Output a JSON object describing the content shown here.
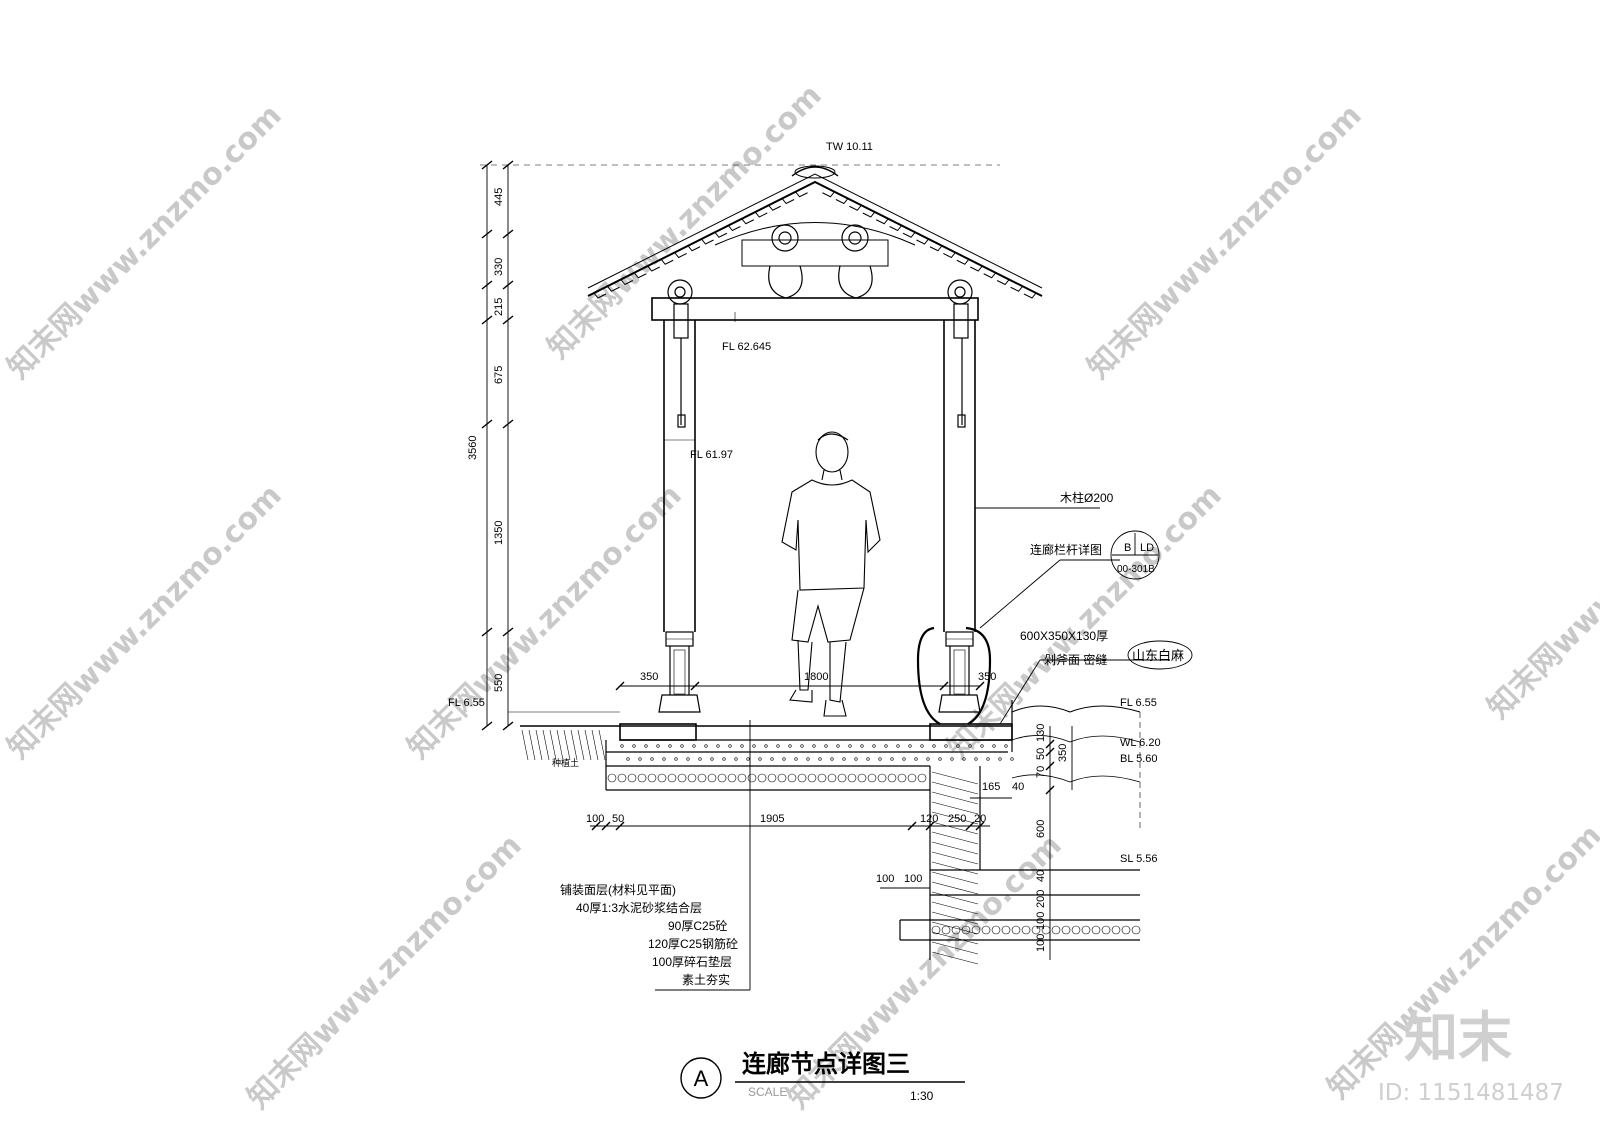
{
  "elevations": {
    "top_ridge": "TW 10.11",
    "beam_bottom": "FL 62.645",
    "bracket_bottom": "FL 61.97",
    "ground_left": "FL 6.55",
    "ground_right": "FL 6.55",
    "water_level": "WL 6.20",
    "bottom_level": "BL 5.60",
    "soil_level": "SL 5.56"
  },
  "vertical_dims": {
    "total": "3560",
    "segments": [
      "445",
      "330",
      "215",
      "675",
      "1350",
      "550"
    ]
  },
  "horizontal_dims": {
    "top_left": "350",
    "top_middle": "1800",
    "top_right": "350",
    "bottom": [
      "100",
      "50",
      "1905",
      "120",
      "250",
      "20"
    ],
    "foundation": [
      "100",
      "100"
    ],
    "edge_small": [
      "165",
      "40"
    ]
  },
  "right_vertical_dims": {
    "near": [
      "130",
      "50",
      "70"
    ],
    "edge": [
      "350",
      "600"
    ],
    "stack": [
      "40",
      "200",
      "100"
    ],
    "bottom": "100"
  },
  "labels": {
    "column": "木柱Ø200",
    "railing_detail": "连廊栏杆详图",
    "ref_top_left": "B",
    "ref_top_right": "LD",
    "ref_bottom": "00-301B",
    "stone_size": "600X350X130厚",
    "stone_finish": "剁斧面 密缝",
    "stone_material": "山东白麻",
    "soil": "种植土"
  },
  "layers": [
    "铺装面层(材料见平面)",
    "40厚1:3水泥砂浆结合层",
    "90厚C25砼",
    "120厚C25钢筋砼",
    "100厚碎石垫层",
    "素土夯实"
  ],
  "title_block": {
    "marker": "A",
    "title": "连廊节点详图三",
    "scale_label": "SCALE",
    "scale": "1:30"
  },
  "watermark": {
    "brand_chars": "知末",
    "id_text": "ID: 1151481487",
    "diagonal_text": "知末网www.znzmo.com"
  }
}
